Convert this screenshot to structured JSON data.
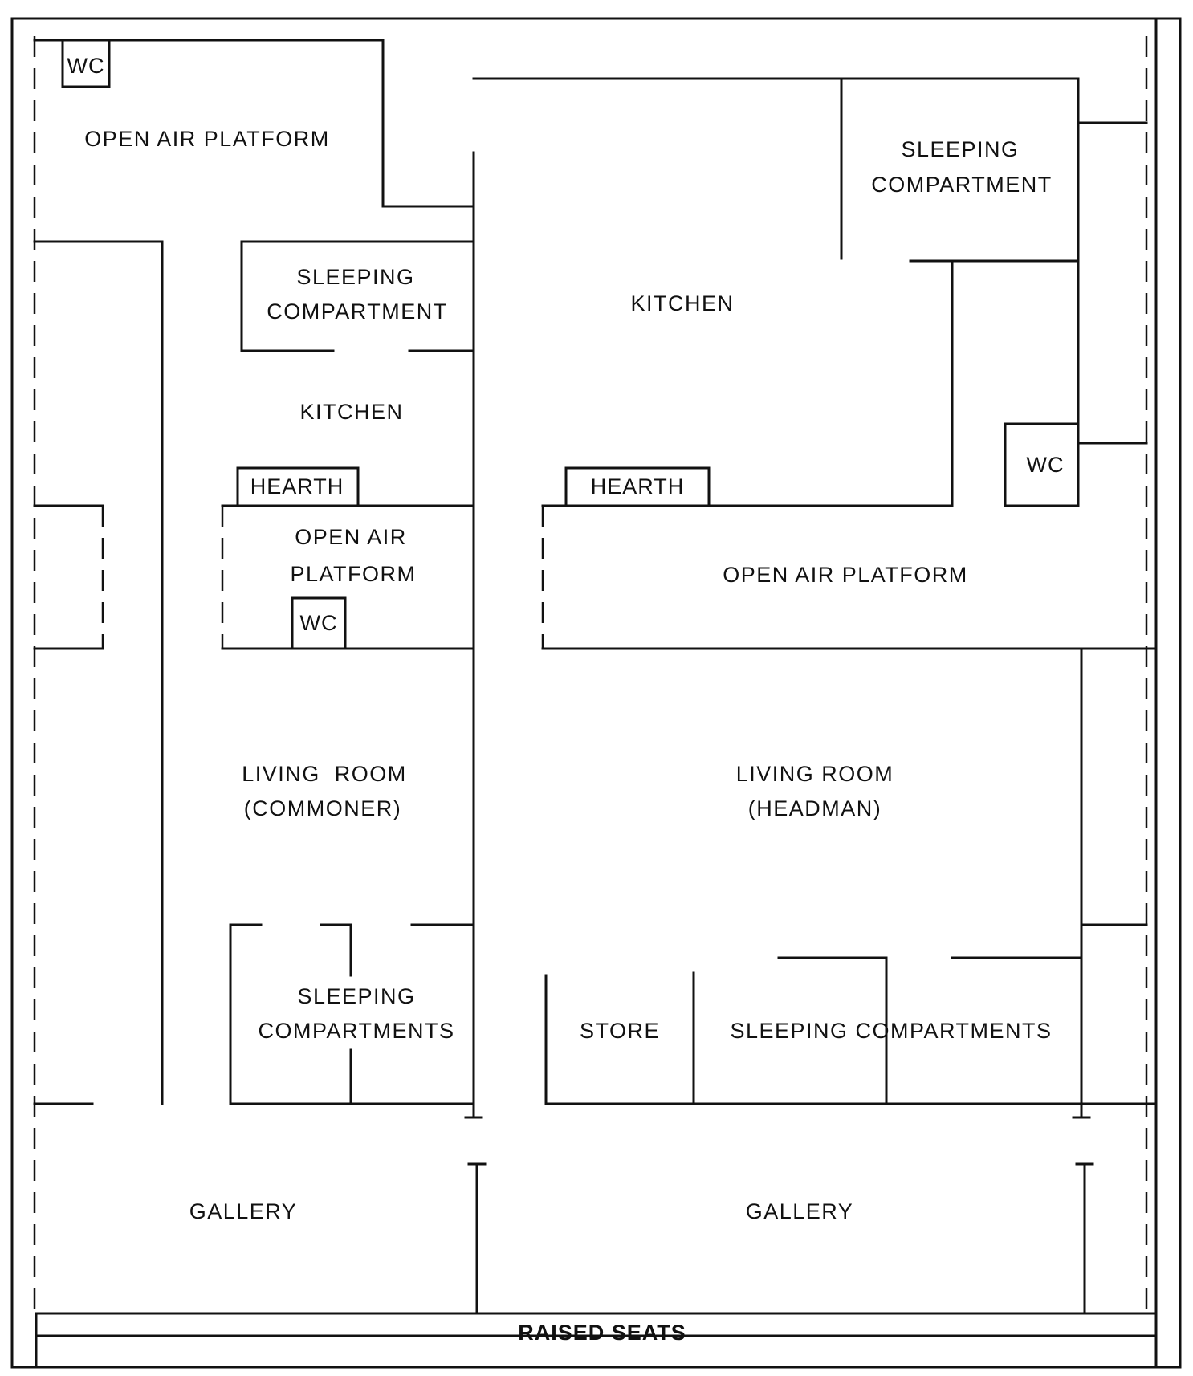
{
  "diagram": {
    "rooms": {
      "open_air_platform_nw": "OPEN AIR PLATFORM",
      "sleeping_compartment_ne_line1": "SLEEPING",
      "sleeping_compartment_ne_line2": "COMPARTMENT",
      "sleeping_compartment_commoner_line1": "SLEEPING",
      "sleeping_compartment_commoner_line2": "COMPARTMENT",
      "kitchen_headman": "KITCHEN",
      "kitchen_commoner": "KITCHEN",
      "hearth_commoner": "HEARTH",
      "hearth_headman": "HEARTH",
      "open_air_platform_commoner_line1": "OPEN AIR",
      "open_air_platform_commoner_line2": "PLATFORM",
      "open_air_platform_headman": "OPEN AIR PLATFORM",
      "living_room_commoner_line1": "LIVING  ROOM",
      "living_room_commoner_line2": "(COMMONER)",
      "living_room_headman_line1": "LIVING ROOM",
      "living_room_headman_line2": "(HEADMAN)",
      "sleeping_compartments_commoner_line1": "SLEEPING",
      "sleeping_compartments_commoner_line2": "COMPARTMENTS",
      "store": "STORE",
      "sleeping_compartments_headman": "SLEEPING COMPARTMENTS",
      "gallery_left": "GALLERY",
      "gallery_right": "GALLERY",
      "raised_seats": "RAISED SEATS"
    },
    "toilets": {
      "wc_nw": "WC",
      "wc_east": "WC",
      "wc_commoner": "WC"
    }
  }
}
